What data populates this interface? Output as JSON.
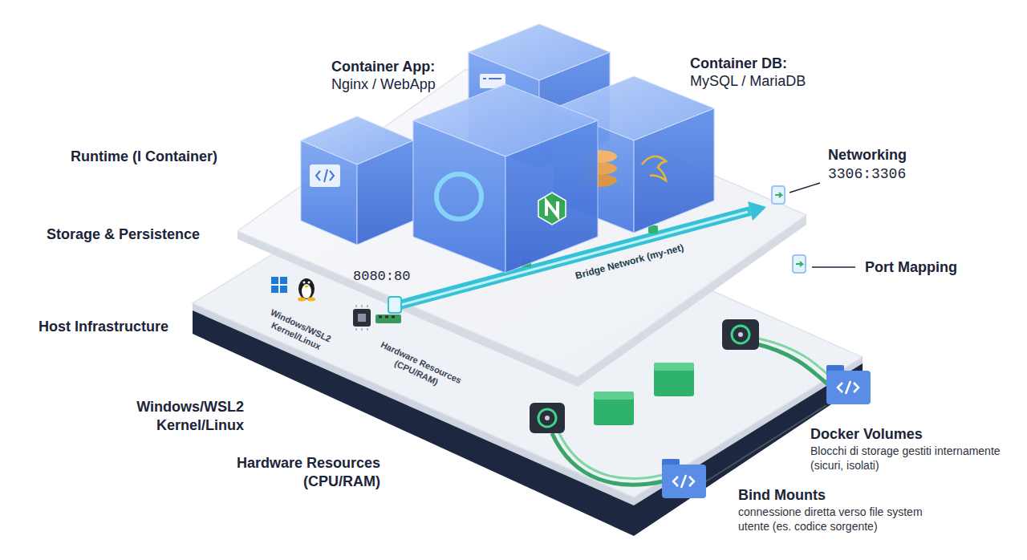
{
  "diagram": {
    "labels": [
      "Container App:",
      "Nginx / WebApp",
      "Container DB:",
      "MySQL / MariaDB",
      "Runtime (I Container)",
      "Networking",
      "3306:3306",
      "Storage & Persistence",
      "Port Mapping",
      "8080:80",
      "Bridge Network (my-net)",
      "Host Infrastructure",
      "Windows/WSL2 Kernel/Linux",
      "Hardware Resources (CPU/RAM)",
      "Windows/WSL2 Kernel/Linux",
      "Docker Volumes",
      "Blocchi di storage gestiti internamente (sicuri, isolati)",
      "Hardware Resources (CPU/RAM)",
      "Bind Mounts",
      "connessione diretta verso file system utente (es. codice sorgente)"
    ]
  }
}
